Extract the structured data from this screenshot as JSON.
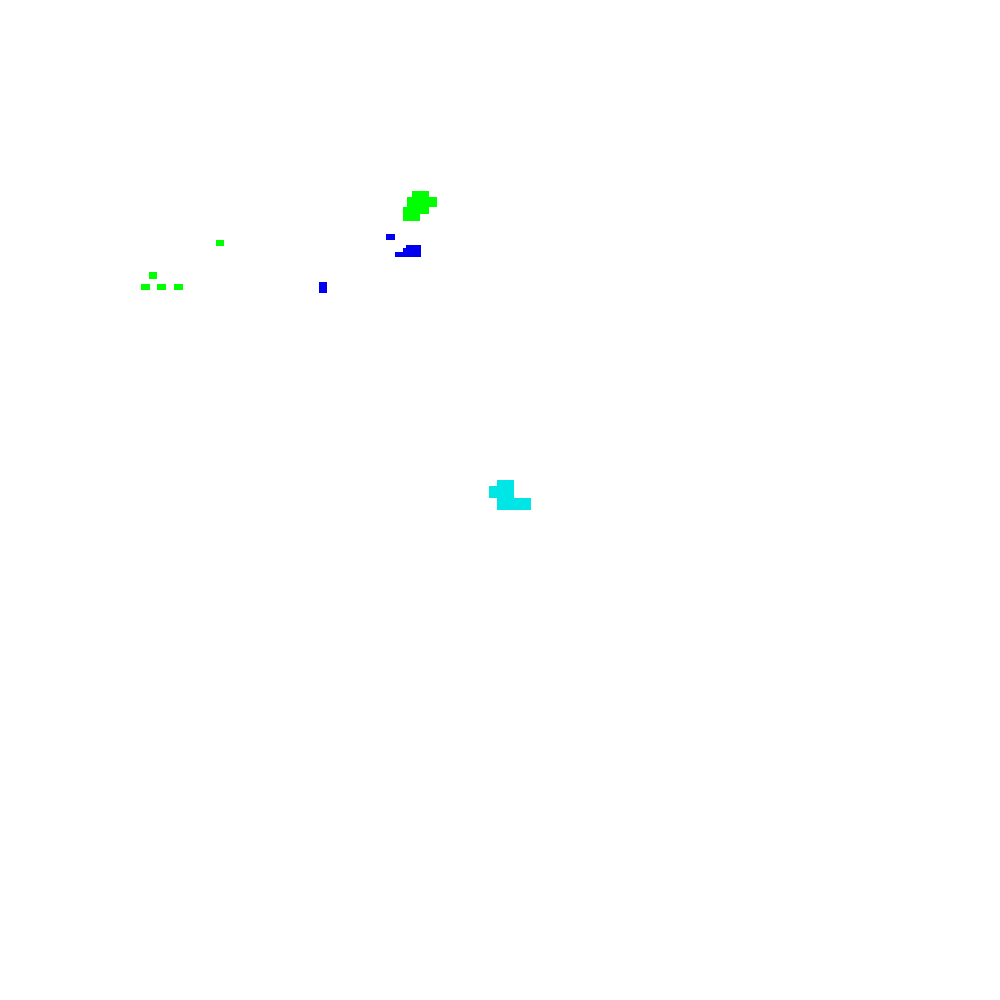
{
  "background_color": "#ffffff",
  "colors": {
    "green": "#00ff00",
    "blue": "#0000ee",
    "cyan": "#00e5e5"
  },
  "blobs": [
    {
      "name": "green-blob-large",
      "color": "green"
    },
    {
      "name": "green-dot-small",
      "color": "green"
    },
    {
      "name": "green-cluster-left",
      "color": "green"
    },
    {
      "name": "blue-blob-center",
      "color": "blue"
    },
    {
      "name": "blue-dot-left",
      "color": "blue"
    },
    {
      "name": "cyan-blob",
      "color": "cyan"
    }
  ]
}
